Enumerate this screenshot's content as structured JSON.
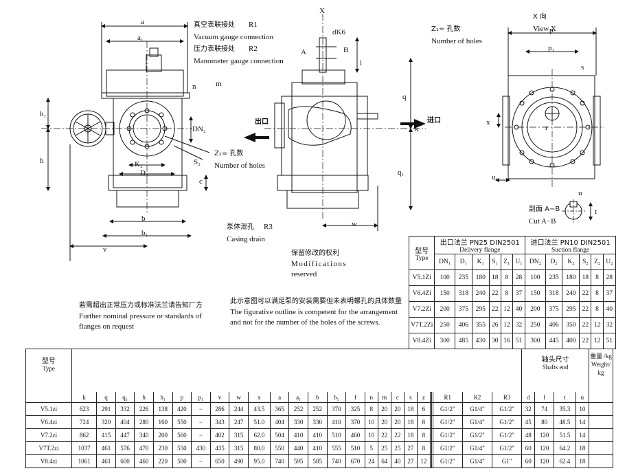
{
  "labels": {
    "r1_cn": "真空表联接处",
    "r1": "R1",
    "r1_en": "Vacuum gauge connection",
    "r2_cn": "压力表联接处",
    "r2": "R2",
    "r2_en": "Manometer gauge connection",
    "z1_cn": "Z₁= 孔数",
    "z1_en": "Number of holes",
    "z2_cn": "Z₂= 孔数",
    "z2_en": "Number of holes",
    "view_cn": "X 向",
    "view_en": "View X",
    "outlet": "出口",
    "inlet": "进口",
    "r3_cn": "泵体泄孔",
    "r3": "R3",
    "r3_en": "Casing drain",
    "section_cn": "剖面 A−B",
    "section_en": "Cut A−B",
    "mod_cn": "保留修改的权利",
    "mod_en1": "Modifications",
    "mod_en2": "reserved",
    "press_cn": "若需超出正常压力或标准法兰请告知厂方",
    "press_en1": "Further nominal pressure or standards of",
    "press_en2": "flanges on request",
    "fig_cn": "此示意图可以满足泵的安装需要但未表明螺孔的具体数量",
    "fig_en1": "The figurative outline is competent for the arrangement",
    "fig_en2": "and not for the number of the holes of the screws."
  },
  "dims": {
    "a": "a",
    "a1": "a₁",
    "X": "X",
    "dK6": "dK6",
    "A": "A",
    "B": "B",
    "l": "l",
    "n": "n",
    "m": "m",
    "h1": "h₁",
    "h": "h",
    "DN2": "DN₂",
    "K2": "K₂",
    "D2": "D₂",
    "S2": "S₂",
    "c": "c",
    "b": "b",
    "b1": "b₁",
    "v": "v",
    "q": "q",
    "q1": "q₁",
    "k": "k",
    "w": "w",
    "p": "p",
    "p1": "p₁",
    "s": "s",
    "x": "x",
    "r": "r",
    "u1": "u₁",
    "u": "u",
    "t": "t"
  },
  "flange_table": {
    "type_cn": "型号",
    "type_en": "Type",
    "delivery_cn": "出口法兰 PN25 DIN2501",
    "delivery_en": "Delivery flange",
    "suction_cn": "进口法兰 PN10 DIN2501",
    "suction_en": "Suction flange",
    "cols": [
      "DN₁",
      "D₁",
      "K₁",
      "S₁",
      "Z₁",
      "U₁",
      "DN₂",
      "D₂",
      "K₂",
      "S₂",
      "Z₂",
      "U₂"
    ],
    "rows": [
      {
        "type": "V5.1Zi",
        "v": [
          "100",
          "235",
          "180",
          "18",
          "8",
          "28",
          "100",
          "235",
          "180",
          "18",
          "8",
          "28"
        ]
      },
      {
        "type": "V6.4Zi",
        "v": [
          "150",
          "318",
          "240",
          "22",
          "8",
          "37",
          "150",
          "318",
          "240",
          "22",
          "8",
          "37"
        ]
      },
      {
        "type": "V7.2Zi",
        "v": [
          "200",
          "375",
          "295",
          "22",
          "12",
          "40",
          "200",
          "375",
          "295",
          "22",
          "8",
          "40"
        ]
      },
      {
        "type": "V7T.2Zi",
        "v": [
          "250",
          "406",
          "355",
          "26",
          "12",
          "32",
          "250",
          "406",
          "350",
          "22",
          "12",
          "32"
        ]
      },
      {
        "type": "V8.4Zi",
        "v": [
          "300",
          "485",
          "430",
          "30",
          "16",
          "51",
          "300",
          "445",
          "400",
          "22",
          "12",
          "51"
        ]
      }
    ]
  },
  "main_table": {
    "type_cn": "型号",
    "type_en": "Type",
    "shaft_cn": "轴头尺寸",
    "shaft_en": "Shafts end",
    "weight_label": "重量 /kg Weight/ kg",
    "cols": [
      "k",
      "q",
      "q₁",
      "h",
      "h₁",
      "p",
      "p₁",
      "v",
      "w",
      "x",
      "a",
      "a₁",
      "b",
      "b₁",
      "f",
      "n",
      "m",
      "c",
      "s",
      "z",
      "",
      "",
      "R1",
      "R2",
      "R3",
      "d",
      "l",
      "t",
      "u"
    ],
    "rows": [
      {
        "type": "V5.1zi",
        "v": [
          "623",
          "291",
          "332",
          "226",
          "138",
          "420",
          "−",
          "286",
          "244",
          "43.5",
          "365",
          "252",
          "252",
          "370",
          "325",
          "8",
          "20",
          "20",
          "18",
          "6",
          "",
          "",
          "G1/2\"",
          "G1/4\"",
          "G1/2\"",
          "32",
          "74",
          "35.3",
          "10"
        ]
      },
      {
        "type": "V6.4zi",
        "v": [
          "724",
          "320",
          "404",
          "280",
          "160",
          "550",
          "−",
          "343",
          "247",
          "51.0",
          "404",
          "330",
          "330",
          "410",
          "370",
          "10",
          "20",
          "20",
          "18",
          "8",
          "",
          "",
          "G1/2\"",
          "G1/4\"",
          "G1/2\"",
          "45",
          "80",
          "48.5",
          "14"
        ]
      },
      {
        "type": "V7.2zi",
        "v": [
          "862",
          "415",
          "447",
          "340",
          "200",
          "560",
          "−",
          "402",
          "315",
          "62.0",
          "504",
          "410",
          "410",
          "510",
          "460",
          "10",
          "22",
          "22",
          "18",
          "8",
          "",
          "",
          "G1/2\"",
          "G1/2\"",
          "G1/2\"",
          "48",
          "120",
          "51.5",
          "14"
        ]
      },
      {
        "type": "V7T.2zi",
        "v": [
          "1037",
          "461",
          "576",
          "470",
          "230",
          "550",
          "430",
          "435",
          "315",
          "80.0",
          "550",
          "440",
          "410",
          "555",
          "510",
          "5",
          "25",
          "25",
          "27",
          "8",
          "",
          "",
          "G1/2\"",
          "G1/4\"",
          "G1/2\"",
          "60",
          "120",
          "64.2",
          "18"
        ]
      },
      {
        "type": "V8.4zi",
        "v": [
          "1061",
          "461",
          "600",
          "460",
          "220",
          "500",
          "−",
          "650",
          "490",
          "95.0",
          "740",
          "595",
          "585",
          "740",
          "670",
          "24",
          "64",
          "40",
          "27",
          "12",
          "",
          "",
          "G1/2\"",
          "G1/4\"",
          "G1\"",
          "60",
          "120",
          "62.4",
          "18"
        ]
      }
    ]
  }
}
